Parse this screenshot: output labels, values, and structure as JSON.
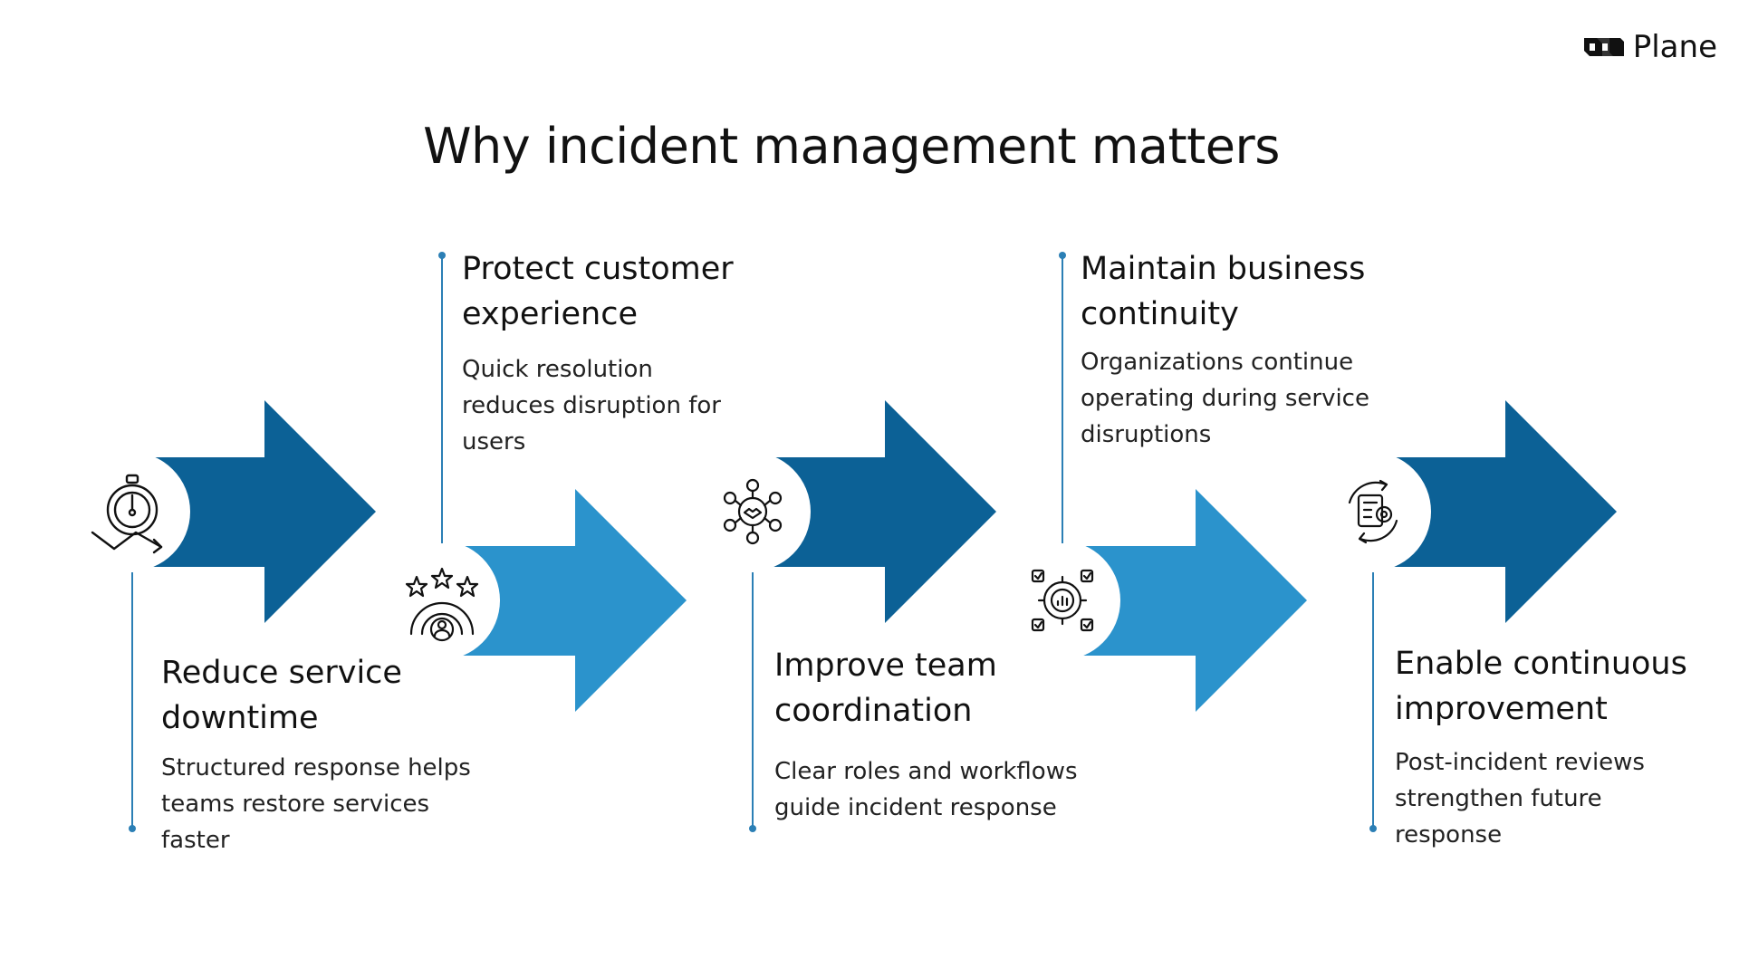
{
  "title": "Why incident management matters",
  "brand": {
    "name": "Plane",
    "logo_icon": "plane-logo-icon"
  },
  "colors": {
    "dark_blue": "#0c6196",
    "light_blue": "#2b93cc",
    "line": "#2b7fb5",
    "text": "#111111"
  },
  "steps": [
    {
      "heading": "Reduce service downtime",
      "description": "Structured response helps teams restore services faster",
      "icon": "stopwatch-trend-icon",
      "tone": "dark"
    },
    {
      "heading": "Protect customer experience",
      "description": "Quick resolution reduces disruption for users",
      "icon": "customer-rating-icon",
      "tone": "light"
    },
    {
      "heading": "Improve team coordination",
      "description": "Clear roles and workflows guide incident response",
      "icon": "team-network-icon",
      "tone": "dark"
    },
    {
      "heading": "Maintain business continuity",
      "description": "Organizations continue operating during service disruptions",
      "icon": "gear-checklist-icon",
      "tone": "light"
    },
    {
      "heading": "Enable continuous improvement",
      "description": "Post-incident reviews strengthen future response",
      "icon": "cycle-report-icon",
      "tone": "dark"
    }
  ]
}
